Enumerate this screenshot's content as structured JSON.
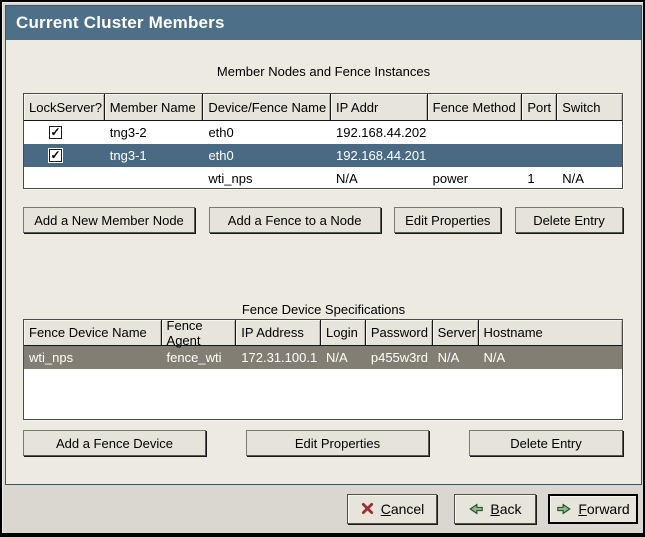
{
  "window": {
    "title": "Current Cluster Members"
  },
  "member_section": {
    "caption": "Member Nodes and Fence Instances",
    "columns": [
      "LockServer?",
      "Member Name",
      "Device/Fence Name",
      "IP Addr",
      "Fence Method",
      "Port",
      "Switch"
    ],
    "rows": [
      {
        "lockserver_checked": true,
        "member_name": "tng3-2",
        "device_fence_name": "eth0",
        "ip_addr": "192.168.44.202",
        "fence_method": "",
        "port": "",
        "switch": "",
        "selected": false
      },
      {
        "lockserver_checked": true,
        "member_name": "tng3-1",
        "device_fence_name": "eth0",
        "ip_addr": "192.168.44.201",
        "fence_method": "",
        "port": "",
        "switch": "",
        "selected": true
      },
      {
        "lockserver_checked": false,
        "member_name": "",
        "device_fence_name": "wti_nps",
        "ip_addr": "N/A",
        "fence_method": "power",
        "port": "1",
        "switch": "N/A",
        "selected": false
      }
    ],
    "buttons": [
      "Add a New Member Node",
      "Add a Fence to a Node",
      "Edit Properties",
      "Delete Entry"
    ]
  },
  "fence_section": {
    "caption": "Fence Device Specifications",
    "columns": [
      "Fence Device Name",
      "Fence Agent",
      "IP Address",
      "Login",
      "Password",
      "Server",
      "Hostname"
    ],
    "rows": [
      {
        "fence_device_name": "wti_nps",
        "fence_agent": "fence_wti",
        "ip_address": "172.31.100.1",
        "login": "N/A",
        "password": "p455w3rd",
        "server": "N/A",
        "hostname": "N/A",
        "selected": true
      }
    ],
    "buttons": [
      "Add a Fence Device",
      "Edit Properties",
      "Delete Entry"
    ]
  },
  "actions": {
    "cancel": {
      "mnemonic": "C",
      "rest": "ancel"
    },
    "back": {
      "mnemonic": "B",
      "rest": "ack"
    },
    "forward": {
      "mnemonic": "F",
      "rest": "orward"
    }
  },
  "icons": {
    "checkmark": "✓",
    "cancel": "cancel-x-icon",
    "back": "arrow-left-icon",
    "forward": "arrow-right-icon"
  },
  "colors": {
    "title_bar": "#4e6f88",
    "selected_row_active": "#4a6a84",
    "selected_row_inactive": "#837e73",
    "canvas_background": "#edeae2",
    "action_area_background": "#d9d7cf",
    "panel_border": "#3e5269",
    "cancel_icon_red": "#9c2f2f",
    "arrow_icon_green": "#8cba8c"
  }
}
